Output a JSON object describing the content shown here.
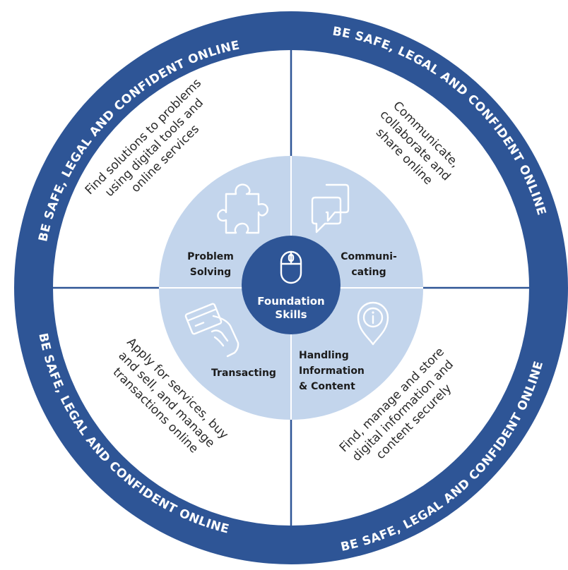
{
  "colors": {
    "ring": "#2e5596",
    "inner_disc": "#c3d5ec",
    "center": "#2e5596",
    "divider": "#2e5596"
  },
  "ring_text": {
    "top_left": "BE SAFE, LEGAL AND CONFIDENT ONLINE",
    "top_right": "BE SAFE, LEGAL AND CONFIDENT ONLINE",
    "bottom_left": "BE SAFE, LEGAL AND CONFIDENT ONLINE",
    "bottom_right": "BE SAFE, LEGAL AND CONFIDENT ONLINE"
  },
  "quadrants": {
    "problem_solving": {
      "label_line1": "Problem",
      "label_line2": "Solving",
      "desc_line1": "Find solutions to problems",
      "desc_line2": "using digital tools and",
      "desc_line3": "online services",
      "icon": "puzzle-piece-icon"
    },
    "communicating": {
      "label_line1": "Communi-",
      "label_line2": "cating",
      "desc_line1": "Communicate,",
      "desc_line2": "collaborate and",
      "desc_line3": "share online",
      "icon": "speech-bubbles-icon"
    },
    "transacting": {
      "label_line1": "Transacting",
      "desc_line1": "Apply for services, buy",
      "desc_line2": "and sell, and manage",
      "desc_line3": "transactions online",
      "icon": "card-in-hand-icon"
    },
    "handling": {
      "label_line1": "Handling",
      "label_line2": "Information",
      "label_line3": "& Content",
      "desc_line1": "Find, manage and store",
      "desc_line2": "digital information and",
      "desc_line3": "content securely",
      "icon": "info-pin-icon"
    }
  },
  "center": {
    "line1": "Foundation",
    "line2": "Skills",
    "icon": "mouse-icon"
  }
}
